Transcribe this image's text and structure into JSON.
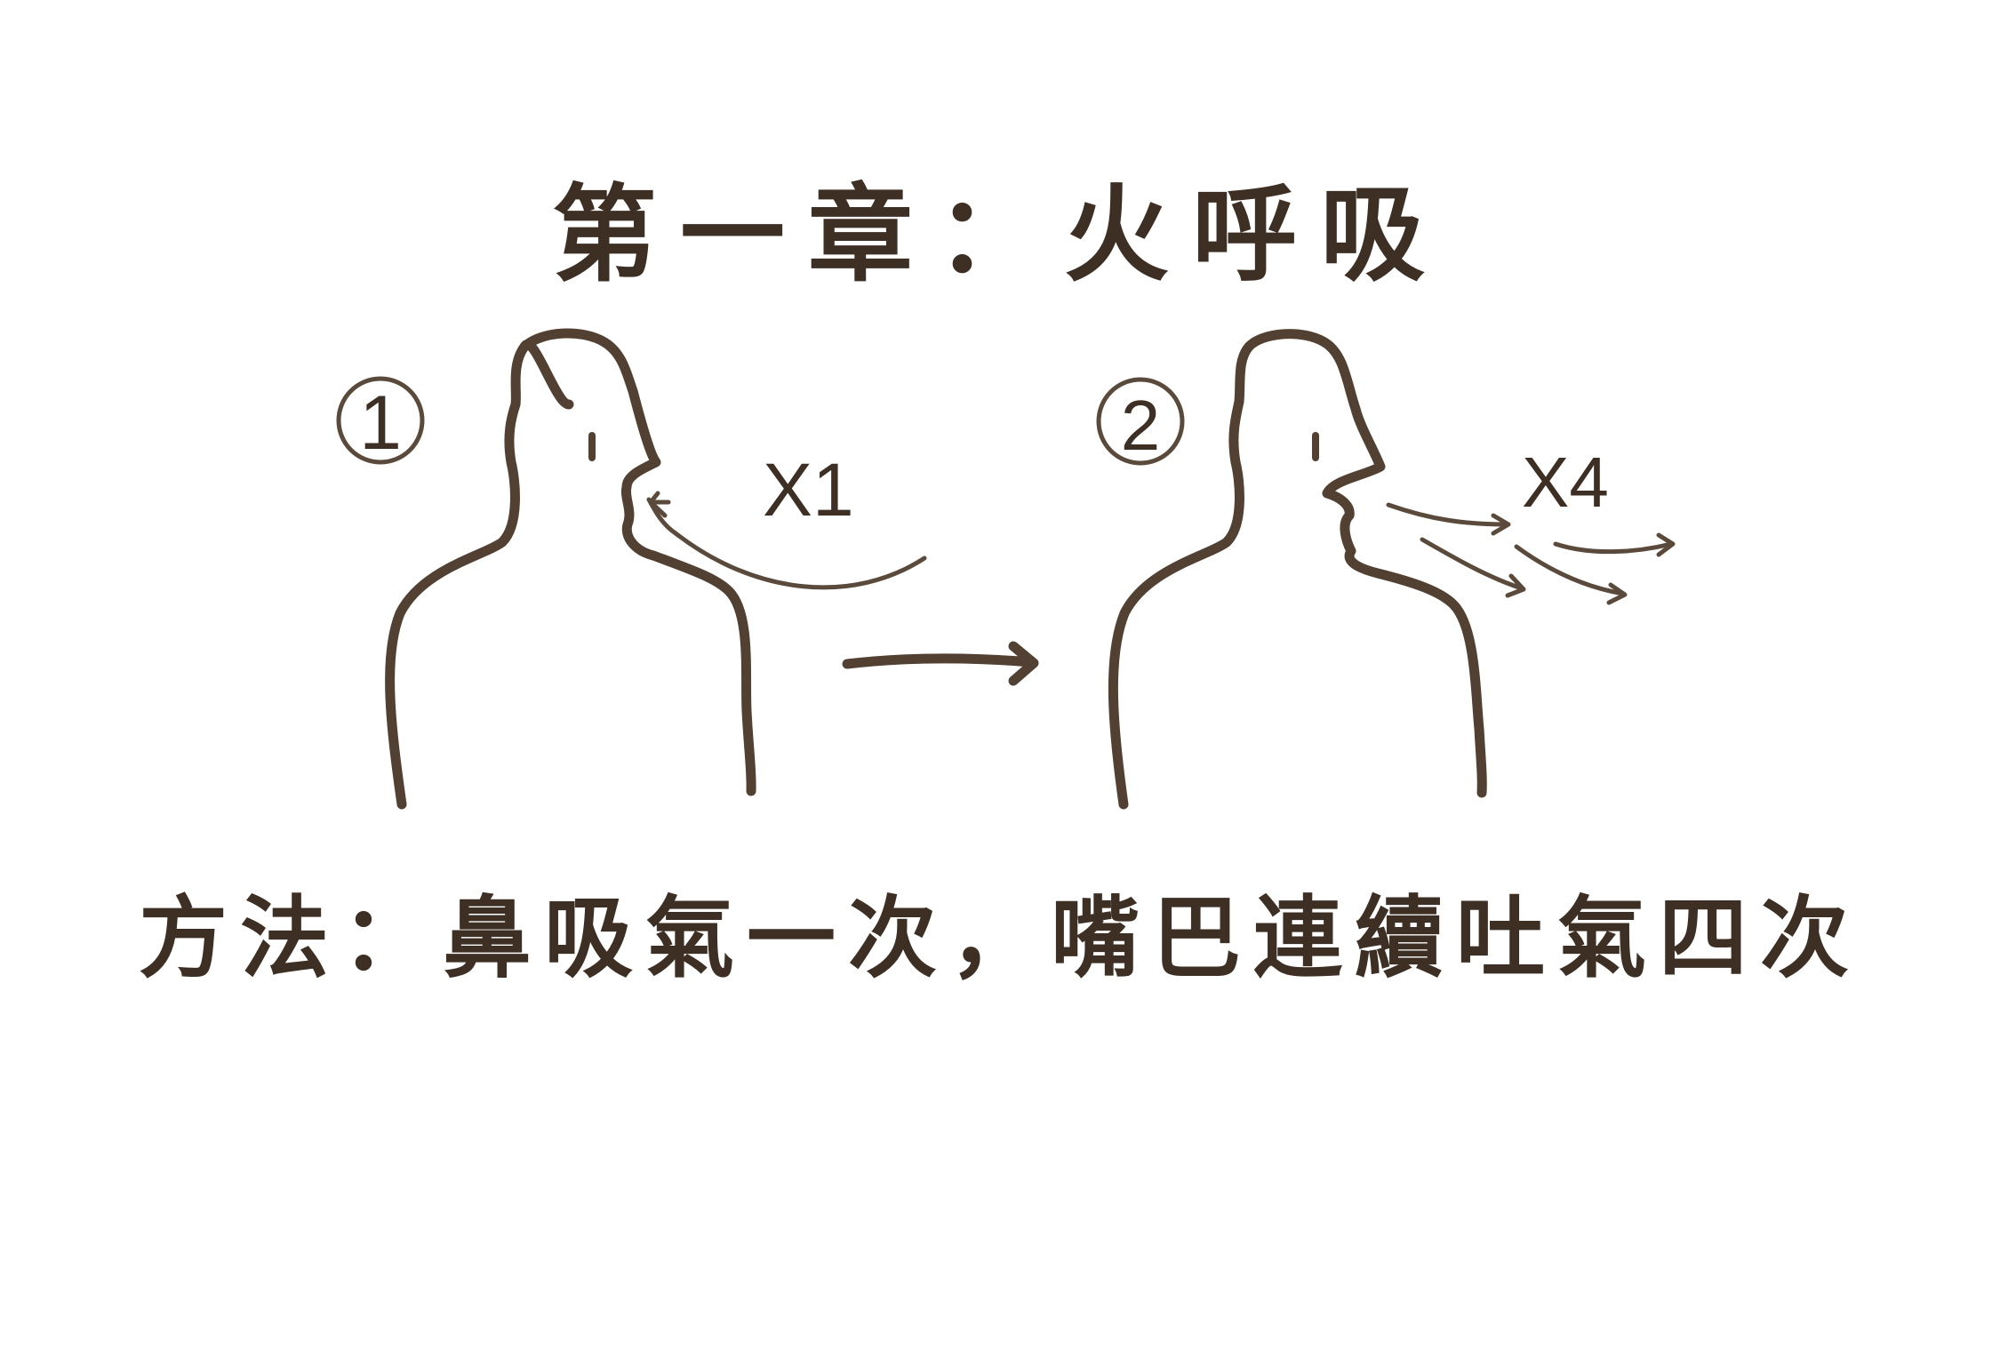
{
  "title": "第一章：火呼吸",
  "caption": "方法：鼻吸氣一次，嘴巴連續吐氣四次",
  "steps": [
    {
      "number": "1",
      "count_label": "X1"
    },
    {
      "number": "2",
      "count_label": "X4"
    }
  ],
  "colors": {
    "ink": "#3e2f24",
    "stroke": "#524133",
    "background": "#ffffff"
  }
}
